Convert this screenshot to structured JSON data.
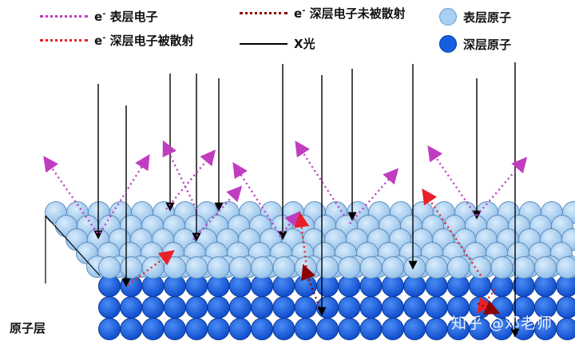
{
  "legend": {
    "surface_electron": {
      "prefix": "e",
      "sup": "-",
      "text": "表层电子"
    },
    "deep_scattered": {
      "prefix": "e",
      "sup": "-",
      "text": "深层电子被散射"
    },
    "deep_unscattered": {
      "prefix": "e",
      "sup": "-",
      "text": "深层电子未被散射"
    },
    "xray": {
      "text": "X光"
    },
    "surface_atom": {
      "text": "表层原子"
    },
    "deep_atom": {
      "text": "深层原子"
    }
  },
  "colors": {
    "surface_electron": "#c03cc0",
    "deep_scattered": "#e8202a",
    "deep_unscattered": "#8b0000",
    "xray": "#000000",
    "surface_atom": "#a8d0f2",
    "deep_atom": "#1560e0"
  },
  "labels": {
    "atom_layer": "原子层"
  },
  "watermark": "知乎 @邓老师"
}
